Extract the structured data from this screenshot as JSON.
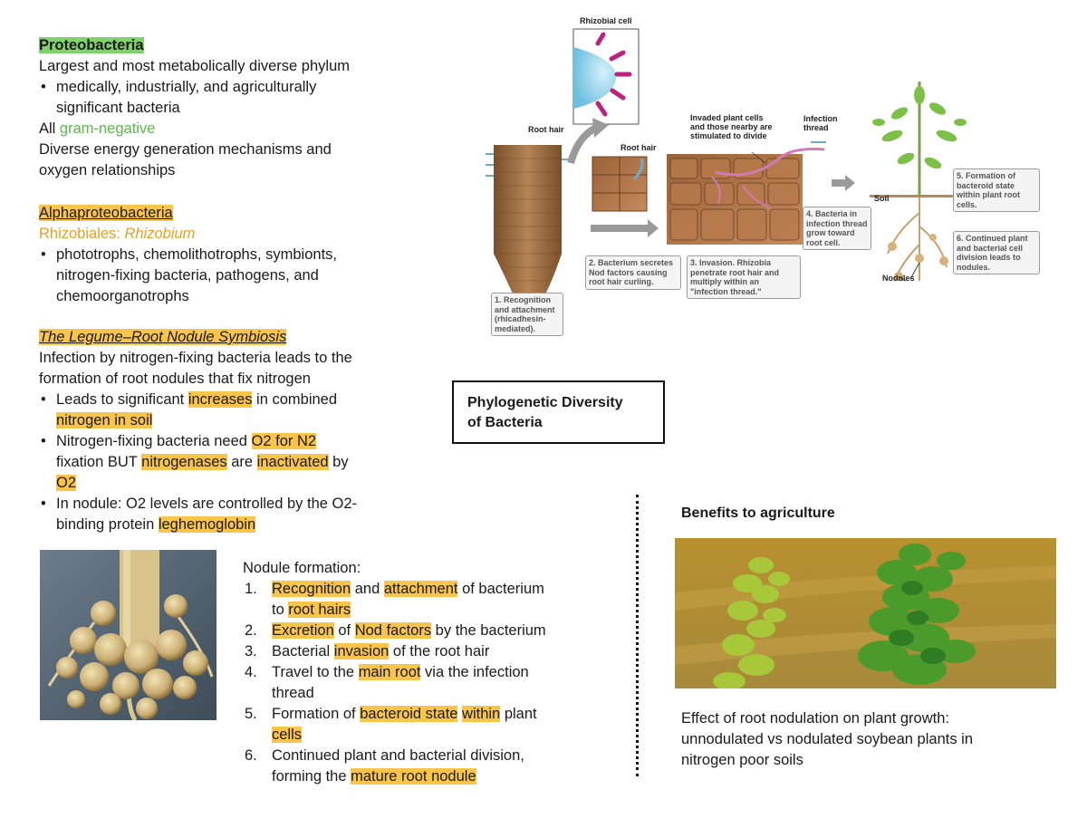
{
  "proteo": {
    "title": "Proteobacteria",
    "line1": "Largest and most metabolically diverse phylum",
    "bullet1_l1": "medically, industrially, and agriculturally",
    "bullet1_l2": "significant bacteria",
    "gram_prefix": "All ",
    "gram": "gram-negative",
    "line3_l1": "Diverse energy generation mechanisms and",
    "line3_l2": "oxygen relationships"
  },
  "alpha": {
    "title": "Alphaproteobacteria",
    "sub_prefix": "Rhizobiales: ",
    "sub_italic": "Rhizobium",
    "bullet_l1": "phototrophs, chemolithotrophs, symbionts,",
    "bullet_l2": "nitrogen-fixing bacteria, pathogens, and",
    "bullet_l3": "chemoorganotrophs"
  },
  "legume": {
    "title": "The Legume–Root Nodule Symbiosis",
    "intro_l1": "Infection by nitrogen-fixing bacteria leads to the",
    "intro_l2": "formation of root nodules that fix nitrogen",
    "b1_a": "Leads to significant ",
    "b1_hl": "increases",
    "b1_b": " in combined",
    "b1_hl2": "nitrogen in soil",
    "b2_a": "Nitrogen-fixing bacteria need ",
    "b2_hl": "O2 for N2",
    "b2_b": "fixation BUT ",
    "b2_hl2": "nitrogenases",
    "b2_c": " are ",
    "b2_hl3": "inactivated",
    "b2_d": " by",
    "b2_hl4": "O2",
    "b3_a": "In nodule: O2 levels are controlled by the O2-",
    "b3_b": "binding protein ",
    "b3_hl": "leghemoglobin"
  },
  "nodule": {
    "title": "Nodule formation:",
    "s1_hl": "Recognition",
    "s1_a": " and ",
    "s1_hl2": "attachment",
    "s1_b": " of bacterium",
    "s1_c": "to ",
    "s1_hl3": "root hairs",
    "s2_hl": "Excretion",
    "s2_a": " of ",
    "s2_hl2": "Nod factors",
    "s2_b": " by the bacterium",
    "s3_a": "Bacterial ",
    "s3_hl": "invasion",
    "s3_b": " of the root hair",
    "s4_a": "Travel to the ",
    "s4_hl": "main root",
    "s4_b": " via the infection",
    "s4_c": "thread",
    "s5_a": "Formation of ",
    "s5_hl": "bacteroid state",
    "s5_hl2": "within",
    "s5_b": " plant",
    "s5_hl3": "cells",
    "s6_a": "Continued plant and bacterial division,",
    "s6_b": "forming the ",
    "s6_hl": "mature root nodule",
    "nums": [
      "1.",
      "2.",
      "3.",
      "4.",
      "5.",
      "6."
    ]
  },
  "header_box": {
    "l1": "Phylogenetic Diversity",
    "l2": "of Bacteria"
  },
  "benefits": {
    "title": "Benefits to agriculture",
    "cap_l1": "Effect of root nodulation on plant growth:",
    "cap_l2": "unnodulated vs nodulated soybean plants in",
    "cap_l3": "nitrogen poor soils"
  },
  "diagram": {
    "rhizobial_cell": "Rhizobial cell",
    "root_hair_1": "Root hair",
    "root_hair_2": "Root hair",
    "invaded_l1": "Invaded plant cells",
    "invaded_l2": "and those nearby are",
    "invaded_l3": "stimulated to divide",
    "infection_l1": "Infection",
    "infection_l2": "thread",
    "soil": "Soil",
    "nodules": "Nodules",
    "step1": "1. Recognition and attachment (rhicadhesin-mediated).",
    "step2": "2. Bacterium secretes Nod factors causing root hair curling.",
    "step3": "3. Invasion. Rhizobia penetrate root hair and multiply within an \"infection thread.\"",
    "step4": "4. Bacteria in infection thread grow toward root cell.",
    "step5": "5. Formation of bacteroid state within plant root cells.",
    "step6": "6. Continued plant and bacterial cell division leads to nodules."
  },
  "colors": {
    "green_highlight": "#7fd36a",
    "yellow_highlight": "#f8c44a",
    "green_text": "#5cb84a",
    "orange_text": "#e8a020"
  }
}
